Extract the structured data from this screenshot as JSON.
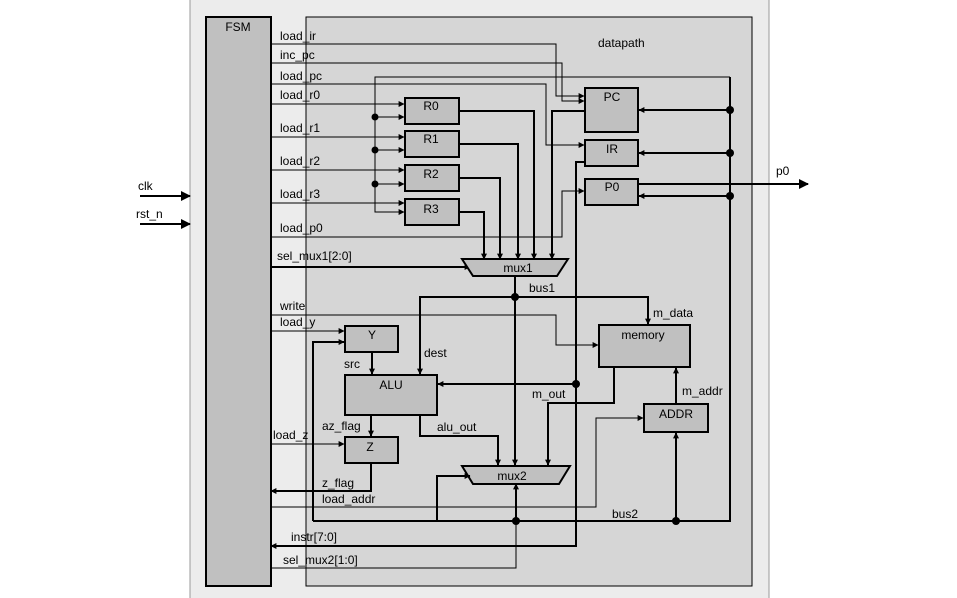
{
  "blocks": {
    "fsm": "FSM",
    "datapath": "datapath",
    "r0": "R0",
    "r1": "R1",
    "r2": "R2",
    "r3": "R3",
    "pc": "PC",
    "ir": "IR",
    "p0": "P0",
    "mux1": "mux1",
    "mux2": "mux2",
    "y": "Y",
    "alu": "ALU",
    "z": "Z",
    "memory": "memory",
    "addr": "ADDR"
  },
  "signals": {
    "load_ir": "load_ir",
    "inc_pc": "inc_pc",
    "load_pc": "load_pc",
    "load_r0": "load_r0",
    "load_r1": "load_r1",
    "load_r2": "load_r2",
    "load_r3": "load_r3",
    "load_p0": "load_p0",
    "sel_mux1": "sel_mux1[2:0]",
    "write": "write",
    "load_y": "load_y",
    "load_z": "load_z",
    "load_addr": "load_addr",
    "instr": "instr[7:0]",
    "sel_mux2": "sel_mux2[1:0]",
    "z_flag": "z_flag",
    "clk": "clk",
    "rst_n": "rst_n",
    "p0_out": "p0",
    "bus1": "bus1",
    "bus2": "bus2",
    "dest": "dest",
    "src": "src",
    "az_flag": "az_flag",
    "alu_out": "alu_out",
    "m_out": "m_out",
    "m_data": "m_data",
    "m_addr": "m_addr"
  }
}
